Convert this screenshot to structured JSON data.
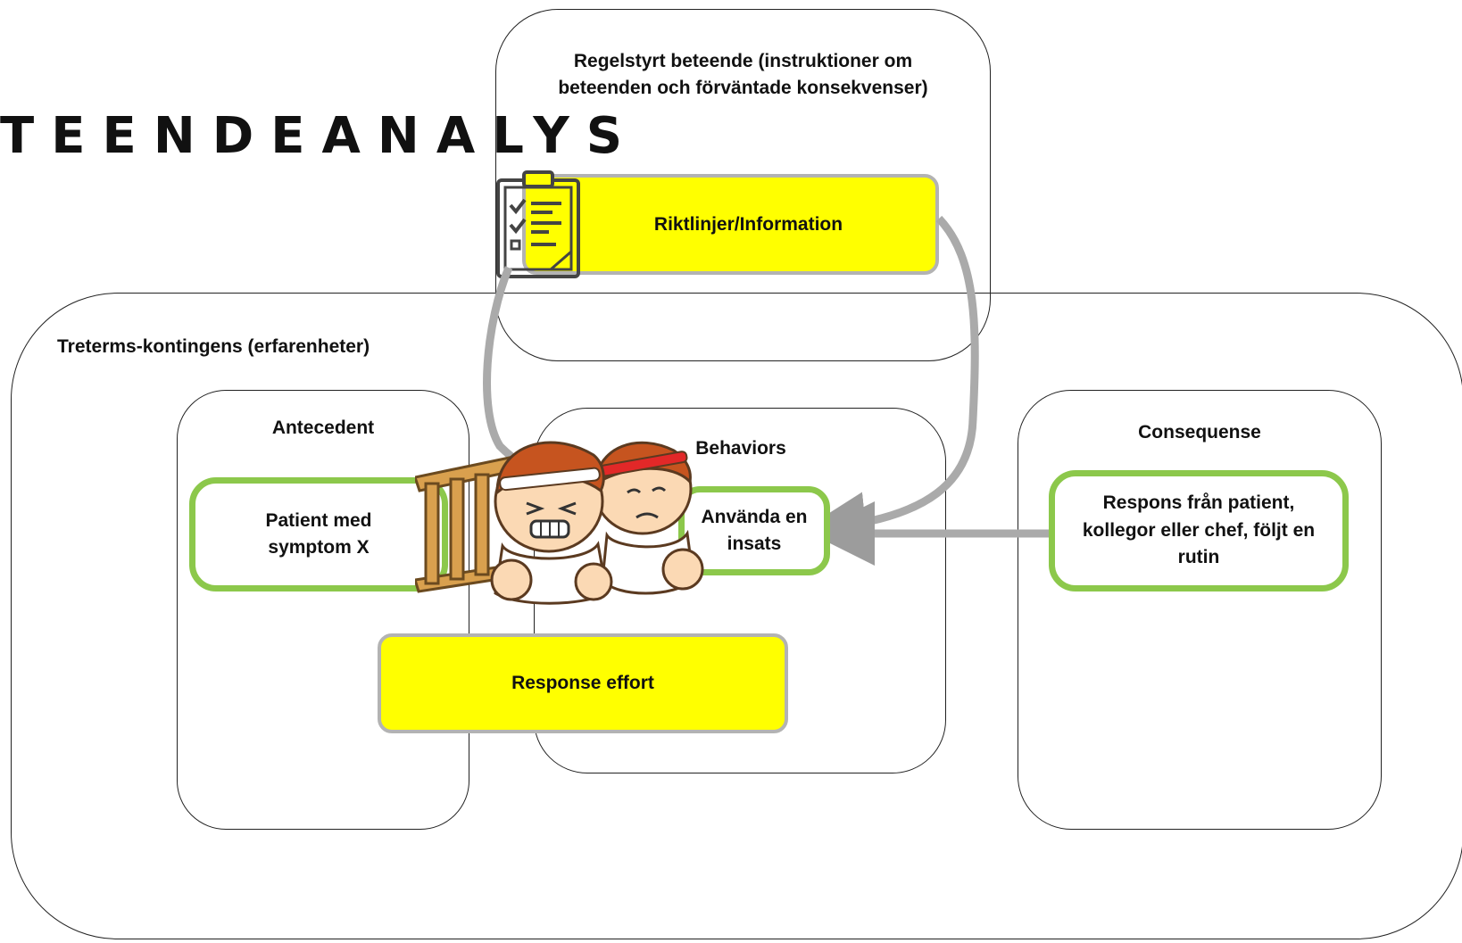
{
  "title": "TEENDEANALYS",
  "rule_box": {
    "label": "Regelstyrt beteende (instruktioner om beteenden och förväntade konsekvenser)"
  },
  "guidelines": {
    "label": "Riktlinjer/Information",
    "icon": "clipboard-checklist-icon"
  },
  "contingency": {
    "label": "Treterms-kontingens (erfarenheter)"
  },
  "antecedent": {
    "title": "Antecedent",
    "item": "Patient med symptom X"
  },
  "behaviors": {
    "title": "Behaviors",
    "item": "Använda en insats",
    "illustration": "struggling-kids-ladder-icon"
  },
  "consequence": {
    "title": "Consequense",
    "item": "Respons från patient, kollegor eller chef, följt en rutin"
  },
  "effort": {
    "label": "Response effort"
  },
  "colors": {
    "accent_yellow": "#ffff00",
    "green_border": "#8cc84b",
    "grey_arrow": "#aaaaaa",
    "frame": "#222222"
  }
}
